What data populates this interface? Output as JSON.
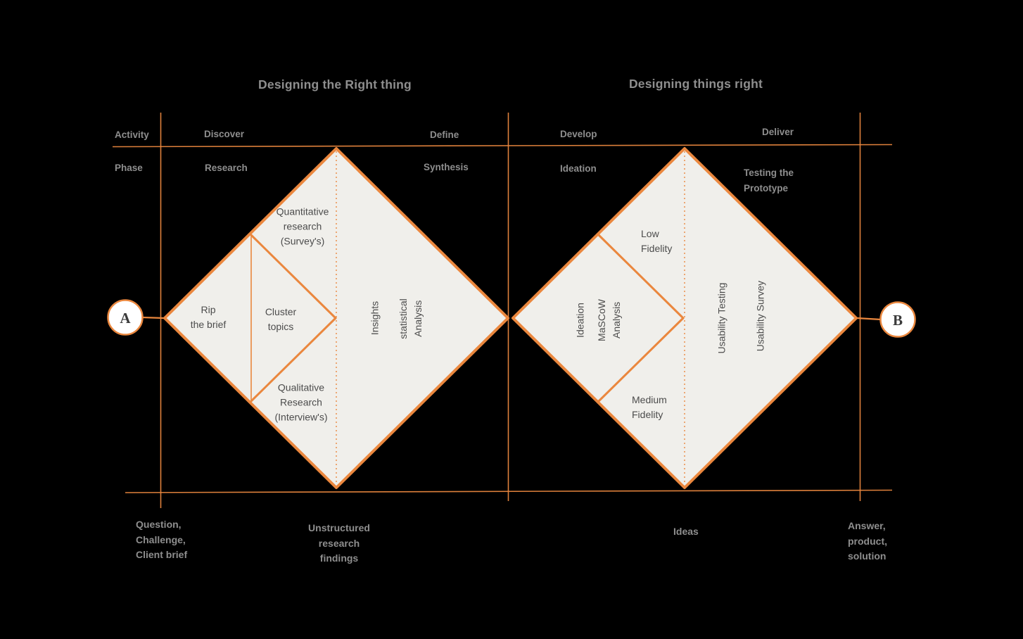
{
  "colors": {
    "accent": "#EA873E",
    "background": "#000000",
    "diamond_fill": "#F0EFEB",
    "diagram_text": "#4C4C4C",
    "outer_text": "#8E8E8E",
    "node_fill": "#FFFFFF",
    "node_text": "#3B3B3B"
  },
  "titles": {
    "left": "Designing the Right thing",
    "right": "Designing things right"
  },
  "axis": {
    "activity_label": "Activity",
    "phase_label": "Phase",
    "activities": {
      "discover": "Discover",
      "define": "Define",
      "develop": "Develop",
      "deliver": "Deliver"
    },
    "phases": {
      "research": "Research",
      "synthesis": "Synthesis",
      "ideation": "Ideation",
      "testing": "Testing the\nPrototype"
    }
  },
  "endpoints": {
    "start": "A",
    "end": "B"
  },
  "diamond1": {
    "rip_brief": "Rip\nthe brief",
    "cluster_topics": "Cluster\ntopics",
    "quantitative": "Quantitative\nresearch\n(Survey's)",
    "qualitative": "Qualitative\nResearch\n(Interview's)",
    "insights": "Insights",
    "statistical": "statistical\nAnalysis"
  },
  "diamond2": {
    "ideation": "Ideation",
    "mascow": "MaSCoW\nAnalysis",
    "low_fidelity": "Low\nFidelity",
    "medium_fidelity": "Medium\nFidelity",
    "usability_testing": "Usability Testing",
    "usability_survey": "Usability Survey"
  },
  "milestones": {
    "start": "Question,\nChallenge,\nClient brief",
    "findings": "Unstructured\nresearch\nfindings",
    "ideas": "Ideas",
    "end": "Answer,\nproduct,\nsolution"
  }
}
